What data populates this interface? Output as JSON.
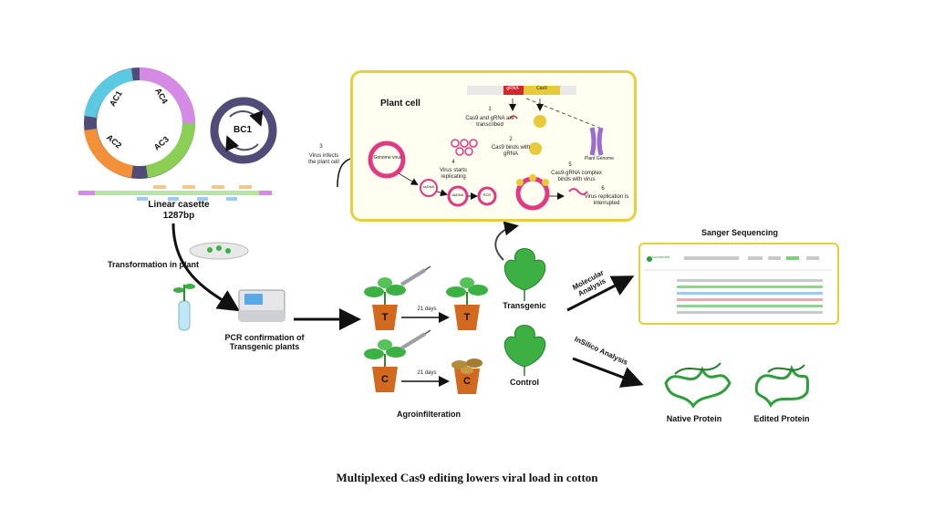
{
  "caption": "Multiplexed Cas9 editing lowers viral load in cotton",
  "plasmid": {
    "segments": [
      "AC1",
      "AC4",
      "AC3",
      "AC2"
    ],
    "bc1": "BC1"
  },
  "cassette": {
    "title": "Linear casette",
    "size": "1287bp"
  },
  "steps": {
    "transformation": "Transformation in plant",
    "pcr": "PCR confirmation of Transgenic plants",
    "agro": "Agroinfilteration",
    "days_t": "21 days",
    "days_c": "21 days",
    "pot_t1": "T",
    "pot_t2": "T",
    "pot_c1": "C",
    "pot_c2": "C",
    "transgenic": "Transgenic",
    "control": "Control",
    "molecular": "Molecular Analysis",
    "insilico": "InSilico Analysis"
  },
  "plant_cell": {
    "title": "Plant cell",
    "grna": "gRNA",
    "cas9": "Cas9",
    "step1_num": "1",
    "step1": "Cas9 and gRNA are transcribed",
    "step2_num": "2",
    "step2": "Cas9 binds with gRNA",
    "step3_num": "3",
    "step3": "Virus infects the plant cell",
    "step4_num": "4",
    "step4": "Virus starts replicating",
    "step5_num": "5",
    "step5": "Cas9-gRNA complex binds with virus",
    "step6_num": "6",
    "step6": "Virus replication is interrupted",
    "genome_virus": "Genome virus",
    "ssdna": "ssDNA",
    "dsdna": "dsDNA",
    "rcr": "RCR",
    "plant_genome": "Plant Genome"
  },
  "sanger": {
    "title": "Sanger Sequencing",
    "status": "Succeeded"
  },
  "proteins": {
    "native": "Native Protein",
    "edited": "Edited Protein"
  },
  "colors": {
    "box_border": "#e6cf3e",
    "ac1": "#5cc9e3",
    "ac4": "#d58be6",
    "ac3": "#8bcf55",
    "ac2": "#f2913a",
    "ring": "#4f4c78",
    "virus": "#e23a82",
    "protein": "#2e9e3a",
    "pot": "#d2691e"
  }
}
